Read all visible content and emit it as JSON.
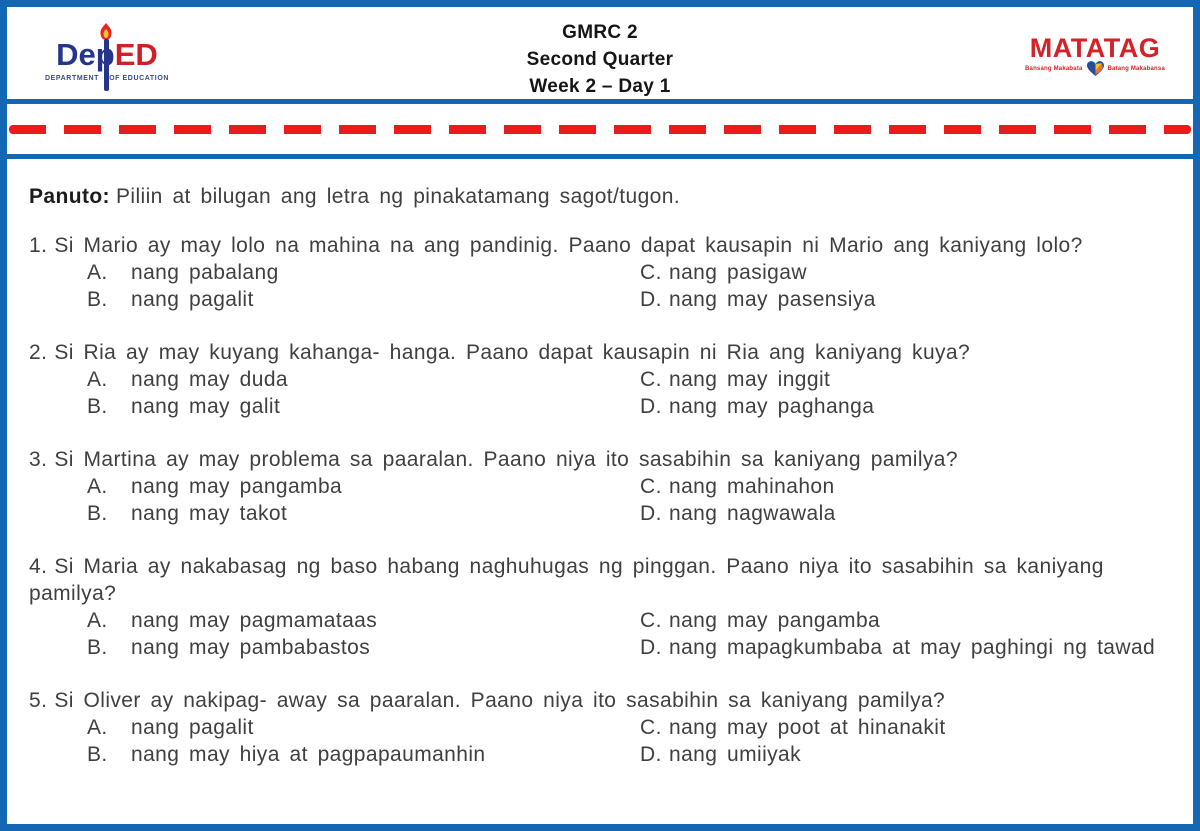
{
  "header": {
    "deped": {
      "name_blue": "Dep",
      "name_red": "ED",
      "subtitle_left": "DEPARTMENT",
      "subtitle_right": "OF EDUCATION"
    },
    "title_lines": [
      "GMRC 2",
      "Second Quarter",
      "Week 2 – Day 1"
    ],
    "matatag": {
      "title": "MATATAG",
      "tagline_left": "Bansang Makabata",
      "tagline_right": "Batang Makabansa"
    }
  },
  "instructions": {
    "label": "Panuto:",
    "text": "Piliin at bilugan ang letra ng pinakatamang sagot/tugon."
  },
  "questions": [
    {
      "number": "1.",
      "text": "Si Mario ay may lolo na mahina na ang pandinig. Paano dapat kausapin ni Mario ang kaniyang lolo?",
      "options": [
        {
          "letter": "A.",
          "text": "nang pabalang"
        },
        {
          "letter": "B.",
          "text": "nang pagalit"
        },
        {
          "letter": "C.",
          "text": "nang pasigaw"
        },
        {
          "letter": "D.",
          "text": "nang may pasensiya"
        }
      ]
    },
    {
      "number": "2.",
      "text": "Si Ria ay may kuyang kahanga- hanga. Paano dapat kausapin ni Ria ang kaniyang kuya?",
      "options": [
        {
          "letter": "A.",
          "text": "nang may duda"
        },
        {
          "letter": "B.",
          "text": "nang may galit"
        },
        {
          "letter": "C.",
          "text": "nang may inggit"
        },
        {
          "letter": "D.",
          "text": "nang may paghanga"
        }
      ]
    },
    {
      "number": "3.",
      "text": "Si Martina ay may problema sa paaralan. Paano niya ito sasabihin sa kaniyang pamilya?",
      "options": [
        {
          "letter": "A.",
          "text": "nang may pangamba"
        },
        {
          "letter": "B.",
          "text": "nang may takot"
        },
        {
          "letter": "C.",
          "text": "nang mahinahon"
        },
        {
          "letter": "D.",
          "text": "nang nagwawala"
        }
      ]
    },
    {
      "number": "4.",
      "text": "Si Maria ay nakabasag ng baso habang naghuhugas ng pinggan. Paano niya ito sasabihin sa kaniyang pamilya?",
      "options": [
        {
          "letter": "A.",
          "text": "nang may pagmamataas"
        },
        {
          "letter": "B.",
          "text": "nang may pambabastos"
        },
        {
          "letter": "C.",
          "text": "nang may pangamba"
        },
        {
          "letter": "D.",
          "text": "nang mapagkumbaba at may paghingi ng tawad"
        }
      ]
    },
    {
      "number": "5.",
      "text": "Si Oliver ay nakipag- away sa paaralan. Paano niya ito sasabihin sa kaniyang pamilya?",
      "options": [
        {
          "letter": "A.",
          "text": "nang pagalit"
        },
        {
          "letter": "B.",
          "text": "nang may hiya at pagpapaumanhin"
        },
        {
          "letter": "C.",
          "text": "nang may poot at hinanakit"
        },
        {
          "letter": "D.",
          "text": "nang umiiyak"
        }
      ]
    }
  ],
  "colors": {
    "border_blue": "#1467b2",
    "dash_red": "#ea1b1e",
    "deped_blue": "#26358a",
    "deped_red": "#cf2027",
    "matatag_red": "#d42229"
  }
}
